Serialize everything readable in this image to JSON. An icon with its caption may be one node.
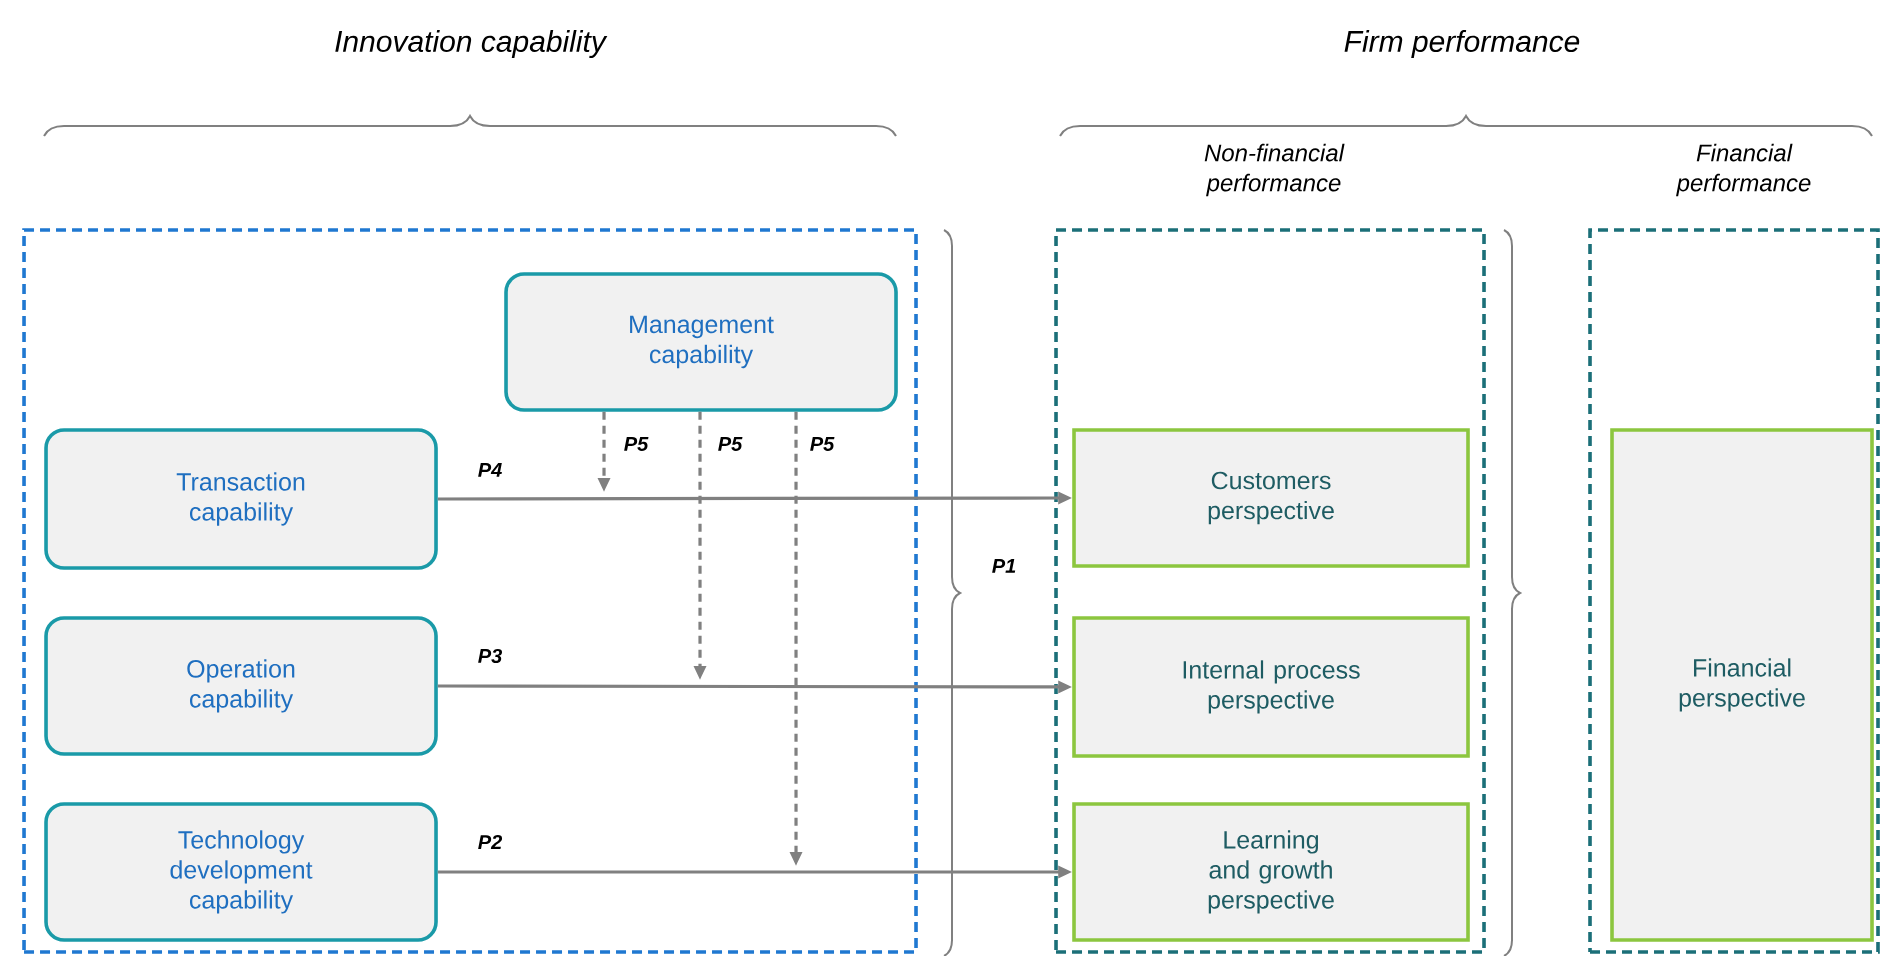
{
  "diagram": {
    "nodes": [
      {
        "text": [],
        "shape": "box"
      },
      {
        "text": [
          "Management capability"
        ],
        "in": 0
      },
      {
        "text": [
          "Transaction capability"
        ],
        "in": 0
      },
      {
        "text": [
          "Operation capability"
        ],
        "in": 0
      },
      {
        "text": [
          "Technology development capability"
        ],
        "in": 0
      },
      {
        "text": [
          "Non-financial performance"
        ]
      },
      {
        "text": [
          "Customers perspective"
        ],
        "in": 5
      },
      {
        "text": [
          "Internal process perspective"
        ],
        "in": 5
      },
      {
        "text": [
          "Learning and growth perspective"
        ],
        "in": 5
      },
      {
        "text": [
          "Financial performance"
        ]
      },
      {
        "text": [
          "Financial perspective"
        ],
        "in": 9
      }
    ],
    "edges": [
      {
        "from": 2,
        "to": 6,
        "arrow": "to",
        "label": "P4"
      },
      {
        "from": 3,
        "to": 7,
        "arrow": "to",
        "label": "P3"
      },
      {
        "from": 4,
        "to": 8,
        "arrow": "to",
        "label": "P2"
      },
      {
        "from": 1,
        "to": null,
        "arrow": "to",
        "label": "P5",
        "style": "dashed"
      },
      {
        "from": 1,
        "to": null,
        "arrow": "to",
        "label": "P5",
        "style": "dashed"
      },
      {
        "from": 1,
        "to": null,
        "arrow": "to",
        "label": "P5",
        "style": "dashed"
      }
    ],
    "labels": [
      "Innovation capability",
      "Firm performance",
      "P1"
    ]
  }
}
